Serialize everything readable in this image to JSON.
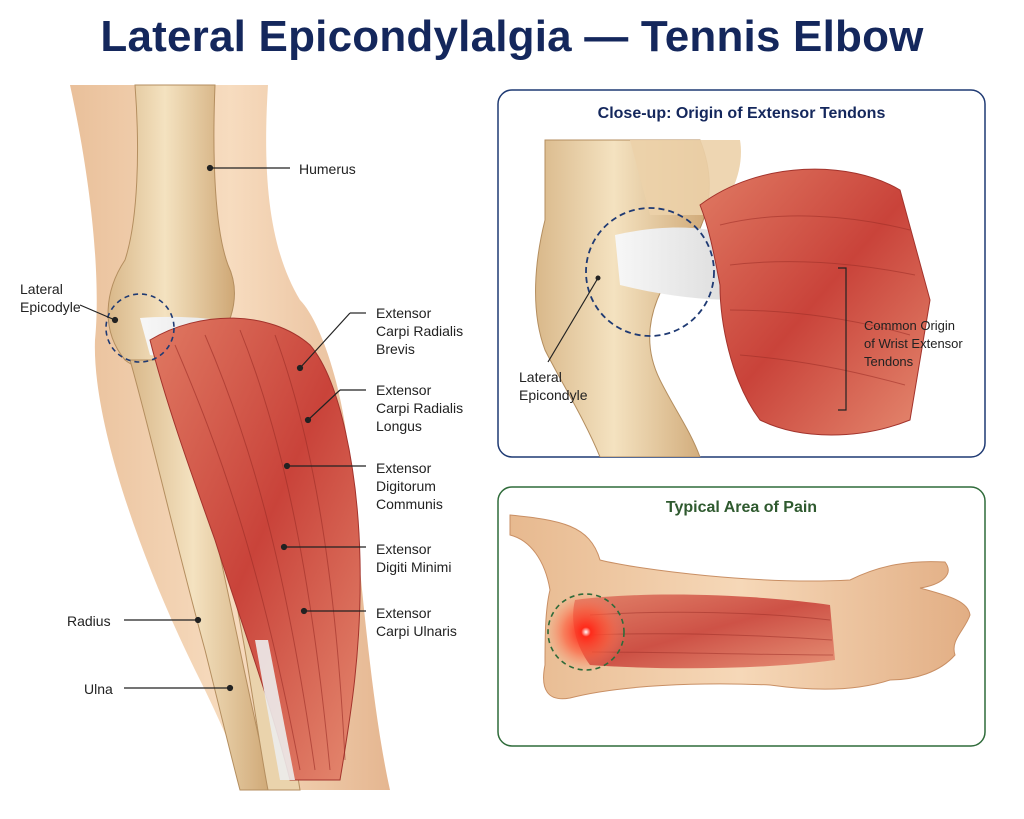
{
  "title": "Lateral Epicondylalgia — Tennis Elbow",
  "main": {
    "labels": {
      "humerus": "Humerus",
      "lateral_epicondyle": "Lateral\nEpicodyle",
      "ecrb": "Extensor\nCarpi Radialis\nBrevis",
      "ecrl": "Extensor\nCarpi Radialis\nLongus",
      "edc": "Extensor\nDigitorum\nCommunis",
      "edm": "Extensor\nDigiti Minimi",
      "ecu": "Extensor\nCarpi Ulnaris",
      "radius": "Radius",
      "ulna": "Ulna"
    }
  },
  "closeup": {
    "title": "Close-up: Origin of Extensor Tendons",
    "lateral_epicondyle": "Lateral\nEpicondyle",
    "common_origin": "Common Origin\nof Wrist Extensor\nTendons",
    "border_color": "#1f3a73"
  },
  "pain": {
    "title": "Typical Area of Pain",
    "border_color": "#2f6b3a",
    "pain_color": "#ff2a1a"
  }
}
